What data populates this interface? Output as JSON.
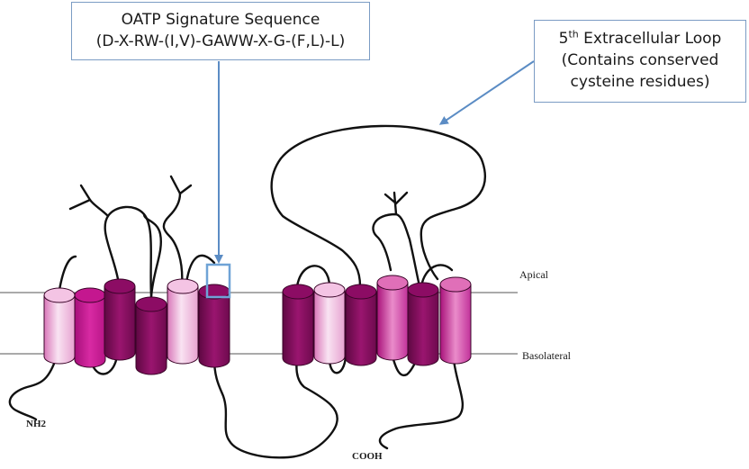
{
  "callouts": {
    "oatp": {
      "line1": "OATP Signature Sequence",
      "line2": "(D-X-RW-(I,V)-GAWW-X-G-(F,L)-L)"
    },
    "loop": {
      "line1_sup": "th",
      "line1_prefix": "5",
      "line1_rest": " Extracellular Loop",
      "line2": "(Contains conserved",
      "line3": "cysteine residues)"
    }
  },
  "labels": {
    "apical": "Apical",
    "basolateral": "Basolateral",
    "n_terminus": "NH2",
    "c_terminus": "COOH"
  },
  "colors": {
    "membrane_line": "#555555",
    "callout_border": "#7b9cc4",
    "arrow": "#5b8cc4",
    "highlight_box": "#6fa3d6",
    "strand": "#111111",
    "helix_light": "#f4c4e4",
    "helix_medium": "#e06fb8",
    "helix_bright": "#c4178f",
    "helix_dark": "#8c0c64",
    "helix_deep": "#6e0a4e"
  },
  "helices": [
    {
      "id": "tm1",
      "shade": "light"
    },
    {
      "id": "tm2",
      "shade": "bright"
    },
    {
      "id": "tm3",
      "shade": "dark"
    },
    {
      "id": "tm4",
      "shade": "dark"
    },
    {
      "id": "tm5",
      "shade": "light"
    },
    {
      "id": "tm6",
      "shade": "dark"
    },
    {
      "id": "tm7",
      "shade": "dark"
    },
    {
      "id": "tm8",
      "shade": "light"
    },
    {
      "id": "tm9",
      "shade": "dark"
    },
    {
      "id": "tm10",
      "shade": "medium"
    },
    {
      "id": "tm11",
      "shade": "dark"
    },
    {
      "id": "tm12",
      "shade": "medium"
    }
  ]
}
